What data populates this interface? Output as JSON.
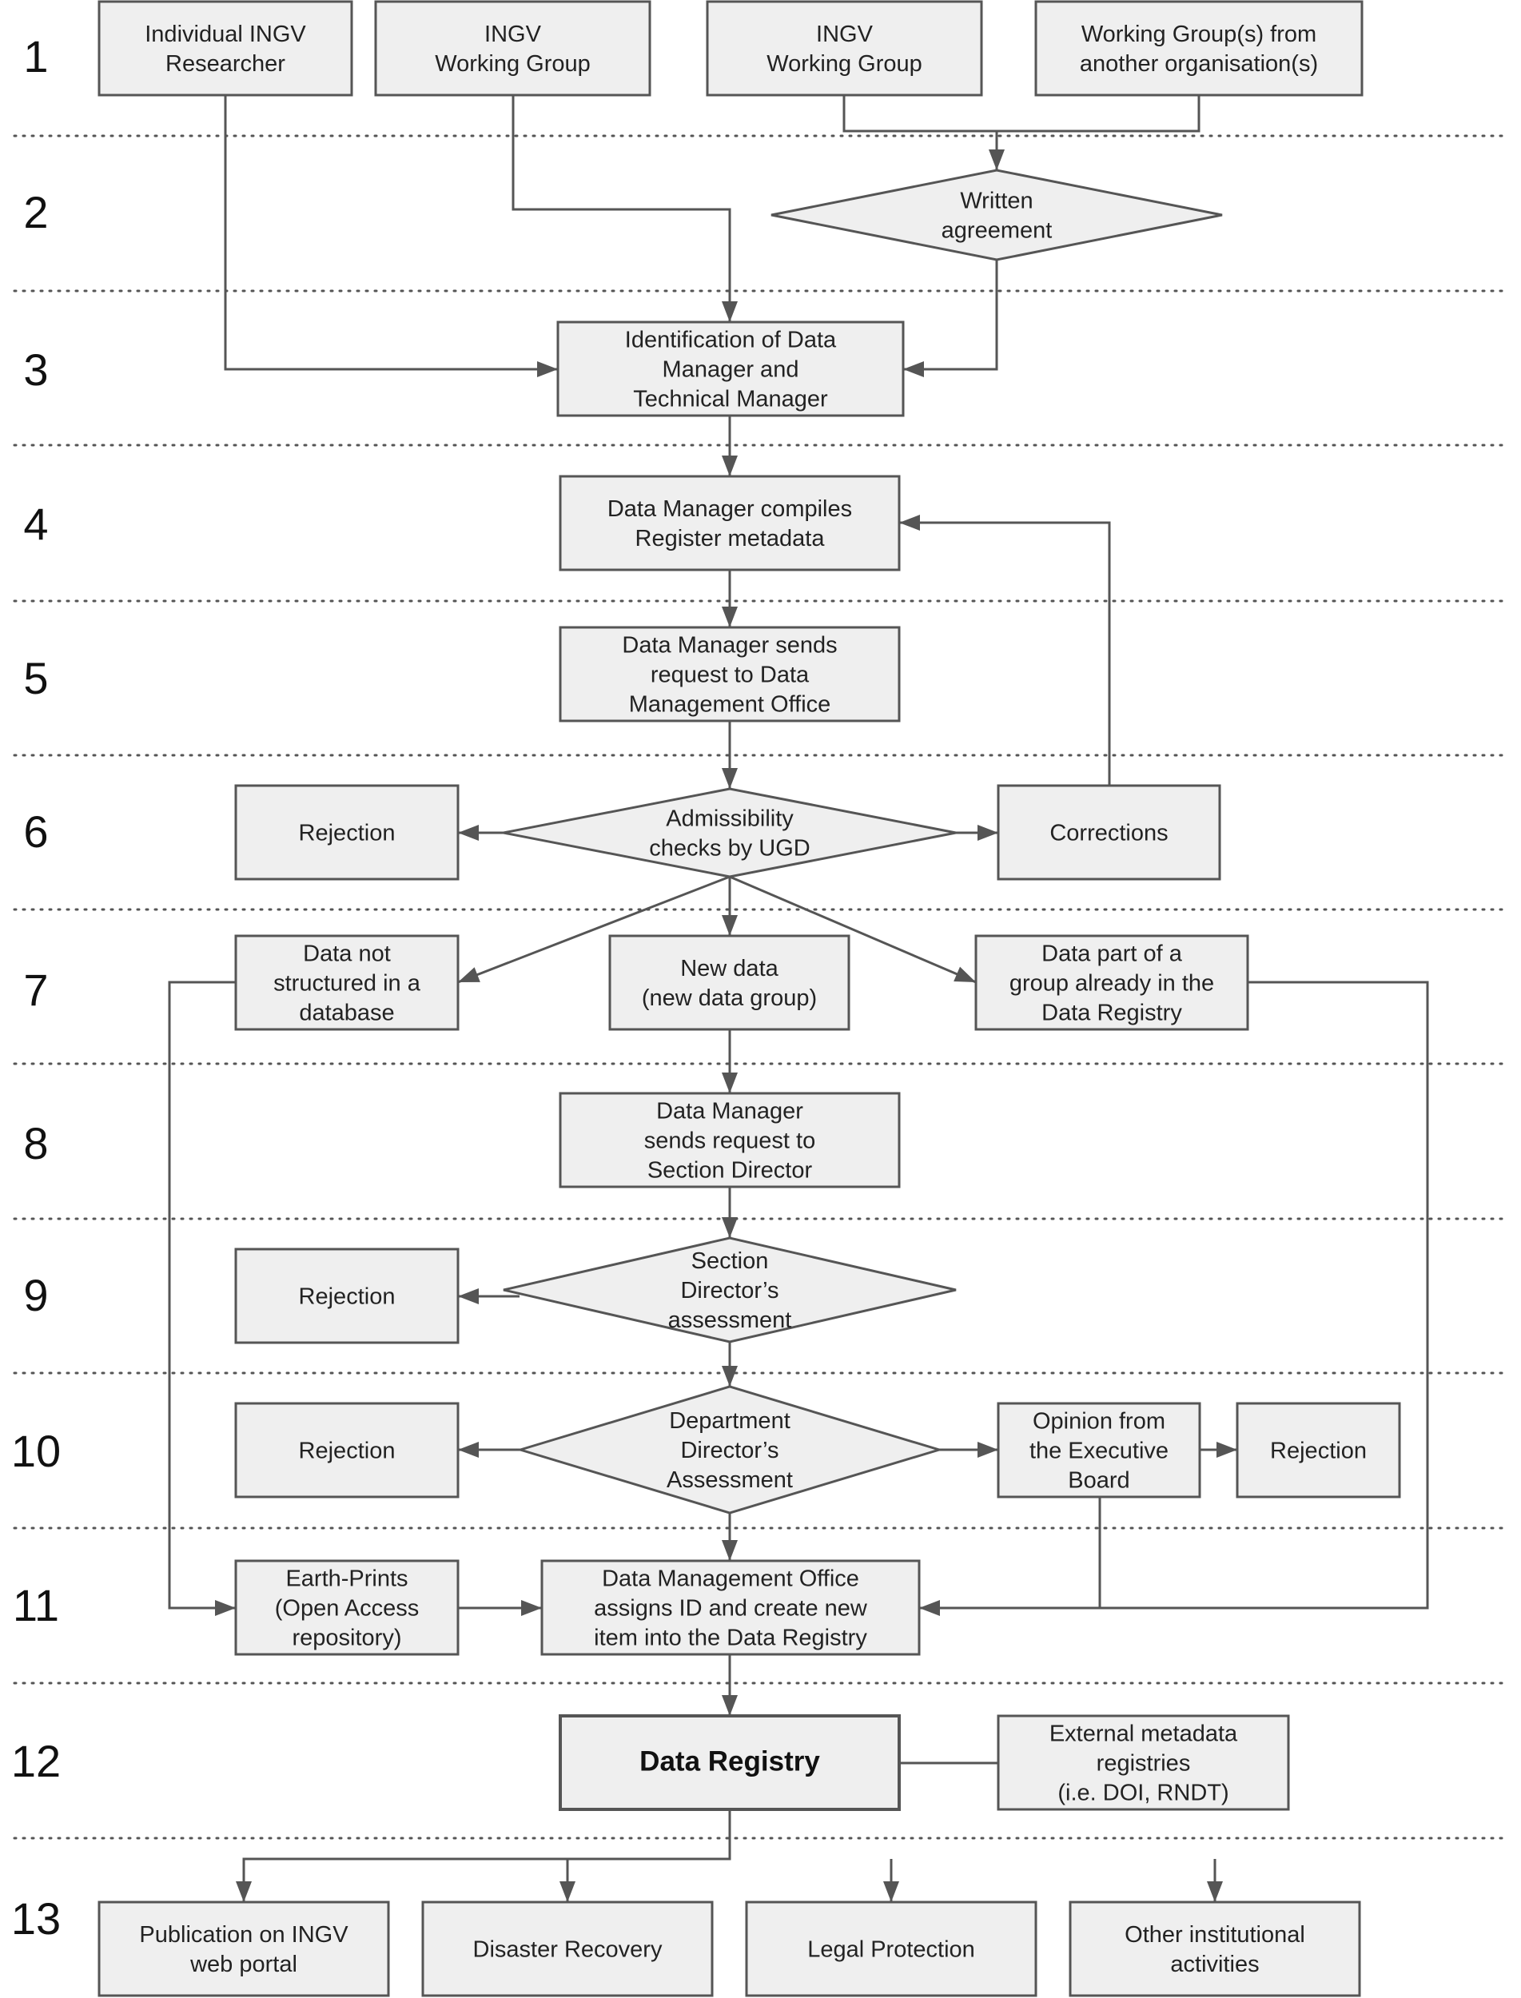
{
  "rows": [
    "1",
    "2",
    "3",
    "4",
    "5",
    "6",
    "7",
    "8",
    "9",
    "10",
    "11",
    "12",
    "13"
  ],
  "nodes": {
    "individual_researcher": [
      "Individual INGV",
      "Researcher"
    ],
    "ingv_working_group_a": [
      "INGV",
      "Working Group"
    ],
    "ingv_working_group_b": [
      "INGV",
      "Working Group"
    ],
    "external_working_groups": [
      "Working Group(s) from",
      "another organisation(s)"
    ],
    "written_agreement": [
      "Written",
      "agreement"
    ],
    "identification_managers": [
      "Identification of Data",
      "Manager and",
      "Technical Manager"
    ],
    "compile_metadata": [
      "Data Manager compiles",
      "Register metadata"
    ],
    "send_request_dmo": [
      "Data Manager sends",
      "request to Data",
      "Management Office"
    ],
    "rejection_6": [
      "Rejection"
    ],
    "admissibility_checks": [
      "Admissibility",
      "checks by UGD"
    ],
    "corrections": [
      "Corrections"
    ],
    "data_not_structured": [
      "Data not",
      "structured in a",
      "database"
    ],
    "new_data": [
      "New data",
      "(new data group)"
    ],
    "data_part_of_group": [
      "Data part of a",
      "group already in the",
      "Data Registry"
    ],
    "send_request_section_director": [
      "Data Manager",
      "sends request to",
      "Section Director"
    ],
    "rejection_9": [
      "Rejection"
    ],
    "section_director_assessment": [
      "Section",
      "Director’s",
      "assessment"
    ],
    "rejection_10": [
      "Rejection"
    ],
    "department_director_assessment": [
      "Department",
      "Director’s",
      "Assessment"
    ],
    "executive_board_opinion": [
      "Opinion from",
      "the Executive",
      "Board"
    ],
    "rejection_10b": [
      "Rejection"
    ],
    "earth_prints": [
      "Earth-Prints",
      "(Open Access",
      "repository)"
    ],
    "dmo_assigns_id": [
      "Data Management Office",
      "assigns ID and create new",
      "item into the Data Registry"
    ],
    "data_registry": [
      "Data Registry"
    ],
    "external_metadata_registries": [
      "External metadata",
      "registries",
      "(i.e. DOI, RNDT)"
    ],
    "publication_web_portal": [
      "Publication on INGV",
      "web portal"
    ],
    "disaster_recovery": [
      "Disaster Recovery"
    ],
    "legal_protection": [
      "Legal Protection"
    ],
    "other_institutional_activities": [
      "Other institutional",
      "activities"
    ]
  },
  "colors": {
    "node_fill": "#efefef",
    "stroke": "#555555",
    "text": "#222222"
  }
}
